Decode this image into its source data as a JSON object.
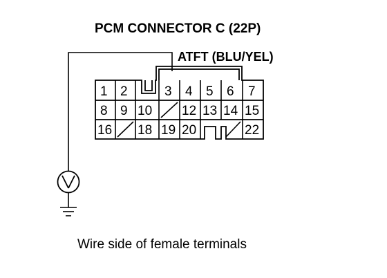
{
  "diagram": {
    "title": "PCM CONNECTOR C (22P)",
    "wire_label": "ATFT (BLU/YEL)",
    "caption": "Wire side of female terminals",
    "connector": {
      "rows": [
        [
          "1",
          "2",
          "",
          "3",
          "4",
          "5",
          "6",
          "7"
        ],
        [
          "8",
          "9",
          "10",
          "",
          "12",
          "13",
          "14",
          "15"
        ],
        [
          "16",
          "",
          "18",
          "19",
          "20",
          "",
          "",
          "22"
        ]
      ],
      "empty_terminals": [
        "row2-col4",
        "row3-col2",
        "row3-col7"
      ],
      "key_notches": [
        "top-between-2-and-3",
        "bottom-under-21"
      ]
    },
    "probe_icon": "voltmeter-icon",
    "ground_icon": "ground-icon",
    "probe_pin": "3"
  }
}
